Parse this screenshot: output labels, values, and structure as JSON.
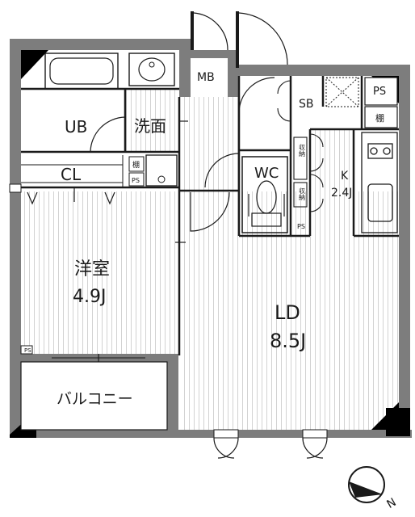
{
  "rooms": {
    "unit_bath": "UB",
    "washroom": "洗面",
    "closet": "CL",
    "western_room": "洋室",
    "western_room_size": "4.9J",
    "balcony": "バルコニー",
    "living_dining": "LD",
    "living_dining_size": "8.5J",
    "toilet": "WC",
    "kitchen": "K",
    "kitchen_size": "2.4J",
    "meter_box": "MB",
    "shoe_box": "SB",
    "pipe_space_top": "PS",
    "shelf_top": "棚",
    "shelf_wash": "棚",
    "pipe_space_wash": "PS",
    "pipe_space_wc": "PS",
    "pipe_space_balcony": "PS",
    "storage_1": "収納",
    "storage_2": "収納"
  },
  "compass": {
    "label": "N"
  },
  "colors": {
    "wall": "#7d7d7d",
    "line": "#1a1a1a",
    "floor_stripe": "#cfcfcf"
  }
}
